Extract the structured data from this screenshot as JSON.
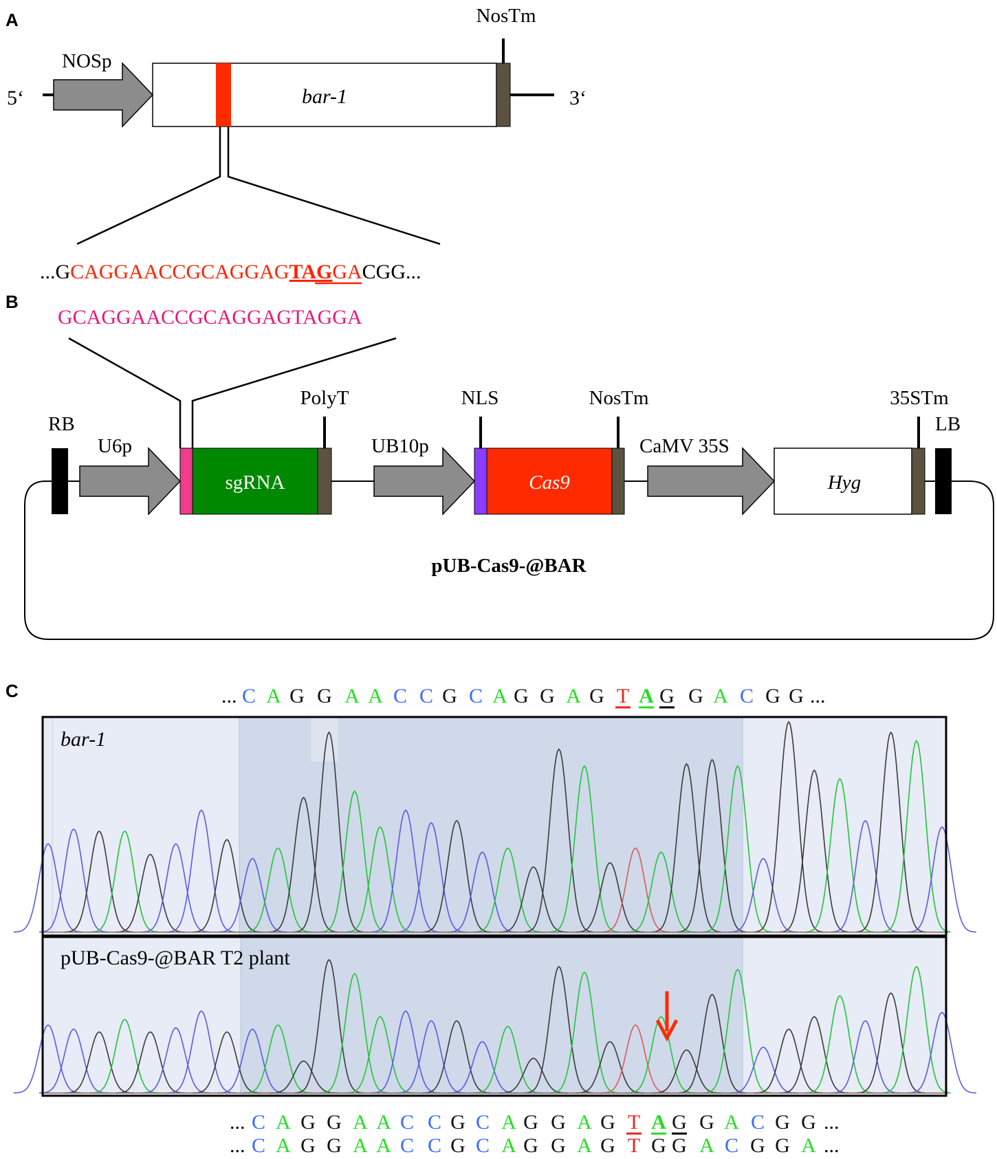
{
  "panelA": {
    "letter": "A",
    "promoter": "NOSp",
    "gene": "bar-1",
    "terminator": "NosTm",
    "end5": "5‘",
    "end3": "3‘",
    "seq": {
      "prefix": "...G",
      "target_pre": "CAGGAACCGCAGGAG",
      "stop": "TAG",
      "target_post": "GA",
      "suffix": "CGG..."
    }
  },
  "panelB": {
    "letter": "B",
    "guide": "GCAGGAACCGCAGGAGTAGGA",
    "labels": {
      "rb": "RB",
      "u6p": "U6p",
      "polyt": "PolyT",
      "sgrna": "sgRNA",
      "ub10p": "UB10p",
      "nls": "NLS",
      "cas9": "Cas9",
      "nostm": "NosTm",
      "camv": "CaMV 35S",
      "stm35": "35STm",
      "hyg": "Hyg",
      "lb": "LB"
    },
    "plasmid": "pUB-Cas9-@BAR"
  },
  "panelC": {
    "letter": "C",
    "top_seq": {
      "lead": "...",
      "bases": [
        "C",
        "A",
        "G",
        "G",
        "A",
        "A",
        "C",
        "C",
        "G",
        "C",
        "A",
        "G",
        "G",
        "A",
        "G",
        "T",
        "A",
        "G",
        "G",
        "A",
        "C",
        "G",
        "G"
      ],
      "tail": "..."
    },
    "trace1_label": "bar-1",
    "trace2_label": "pUB-Cas9-@BAR T2 plant",
    "bottom_seq1": {
      "lead": "...",
      "bases": [
        "C",
        "A",
        "G",
        "G",
        "A",
        "A",
        "C",
        "C",
        "G",
        "C",
        "A",
        "G",
        "G",
        "A",
        "G",
        "T",
        "A",
        "G",
        "G",
        "A",
        "C",
        "G",
        "G"
      ],
      "tail": "..."
    },
    "bottom_seq2": {
      "lead": "...",
      "bases": [
        "C",
        "A",
        "G",
        "G",
        "A",
        "A",
        "C",
        "C",
        "G",
        "C",
        "A",
        "G",
        "G",
        "A",
        "G",
        "T",
        "G",
        "G",
        "A",
        "C",
        "G",
        "G",
        "A"
      ],
      "tail": "..."
    }
  },
  "colors": {
    "base_A": "#22dd22",
    "base_C": "#3b6cff",
    "base_G": "#111111",
    "base_T": "#e8231f",
    "target_red": "#ff2200",
    "guide_pink": "#e8197a",
    "arrow_gray": "#8c8c8c",
    "terminator_brown": "#5b5340",
    "sgrna_green": "#008800",
    "cas9_red": "#ff2a00",
    "nls_purple": "#8b3cff",
    "guide_box_pink": "#ee3d8c",
    "trace_bg": "#e8ecf6",
    "trace_highlight": "#cfd9ea"
  },
  "chromatogram": {
    "trace1_peaks": [
      {
        "base": "C",
        "height": 0.42
      },
      {
        "base": "C",
        "height": 0.49
      },
      {
        "base": "G",
        "height": 0.48
      },
      {
        "base": "A",
        "height": 0.48
      },
      {
        "base": "G",
        "height": 0.37
      },
      {
        "base": "C",
        "height": 0.42
      },
      {
        "base": "C",
        "height": 0.58
      },
      {
        "base": "G",
        "height": 0.44
      },
      {
        "base": "C",
        "height": 0.35
      },
      {
        "base": "A",
        "height": 0.4
      },
      {
        "base": "G",
        "height": 0.64
      },
      {
        "base": "G",
        "height": 0.95
      },
      {
        "base": "A",
        "height": 0.67
      },
      {
        "base": "A",
        "height": 0.5
      },
      {
        "base": "C",
        "height": 0.58
      },
      {
        "base": "C",
        "height": 0.52
      },
      {
        "base": "G",
        "height": 0.53
      },
      {
        "base": "C",
        "height": 0.38
      },
      {
        "base": "A",
        "height": 0.4
      },
      {
        "base": "G",
        "height": 0.31
      },
      {
        "base": "G",
        "height": 0.87
      },
      {
        "base": "A",
        "height": 0.79
      },
      {
        "base": "G",
        "height": 0.33
      },
      {
        "base": "T",
        "height": 0.4
      },
      {
        "base": "A",
        "height": 0.38
      },
      {
        "base": "G",
        "height": 0.8
      },
      {
        "base": "G",
        "height": 0.82
      },
      {
        "base": "A",
        "height": 0.79
      },
      {
        "base": "C",
        "height": 0.35
      },
      {
        "base": "G",
        "height": 1.0
      },
      {
        "base": "G",
        "height": 0.77
      },
      {
        "base": "A",
        "height": 0.73
      },
      {
        "base": "C",
        "height": 0.53
      },
      {
        "base": "G",
        "height": 0.95
      },
      {
        "base": "A",
        "height": 0.91
      },
      {
        "base": "C",
        "height": 0.5
      }
    ],
    "trace2_peaks": [
      {
        "base": "C",
        "height": 0.49
      },
      {
        "base": "C",
        "height": 0.46
      },
      {
        "base": "G",
        "height": 0.44
      },
      {
        "base": "A",
        "height": 0.53
      },
      {
        "base": "G",
        "height": 0.44
      },
      {
        "base": "C",
        "height": 0.47
      },
      {
        "base": "C",
        "height": 0.59
      },
      {
        "base": "G",
        "height": 0.44
      },
      {
        "base": "C",
        "height": 0.46
      },
      {
        "base": "A",
        "height": 0.49
      },
      {
        "base": "G",
        "height": 0.23
      },
      {
        "base": "G",
        "height": 0.96
      },
      {
        "base": "A",
        "height": 0.86
      },
      {
        "base": "A",
        "height": 0.55
      },
      {
        "base": "C",
        "height": 0.59
      },
      {
        "base": "C",
        "height": 0.52
      },
      {
        "base": "G",
        "height": 0.52
      },
      {
        "base": "C",
        "height": 0.37
      },
      {
        "base": "A",
        "height": 0.48
      },
      {
        "base": "G",
        "height": 0.25
      },
      {
        "base": "G",
        "height": 0.91
      },
      {
        "base": "A",
        "height": 0.87
      },
      {
        "base": "G",
        "height": 0.37
      },
      {
        "base": "T",
        "height": 0.49
      },
      {
        "base": "A",
        "height": 0.55
      },
      {
        "base": "G",
        "height": 0.31
      },
      {
        "base": "G",
        "height": 0.71
      },
      {
        "base": "A",
        "height": 0.89
      },
      {
        "base": "C",
        "height": 0.33
      },
      {
        "base": "G",
        "height": 0.46
      },
      {
        "base": "G",
        "height": 0.55
      },
      {
        "base": "A",
        "height": 0.7
      },
      {
        "base": "C",
        "height": 0.52
      },
      {
        "base": "G",
        "height": 0.72
      },
      {
        "base": "A",
        "height": 0.91
      },
      {
        "base": "C",
        "height": 0.58
      }
    ]
  }
}
